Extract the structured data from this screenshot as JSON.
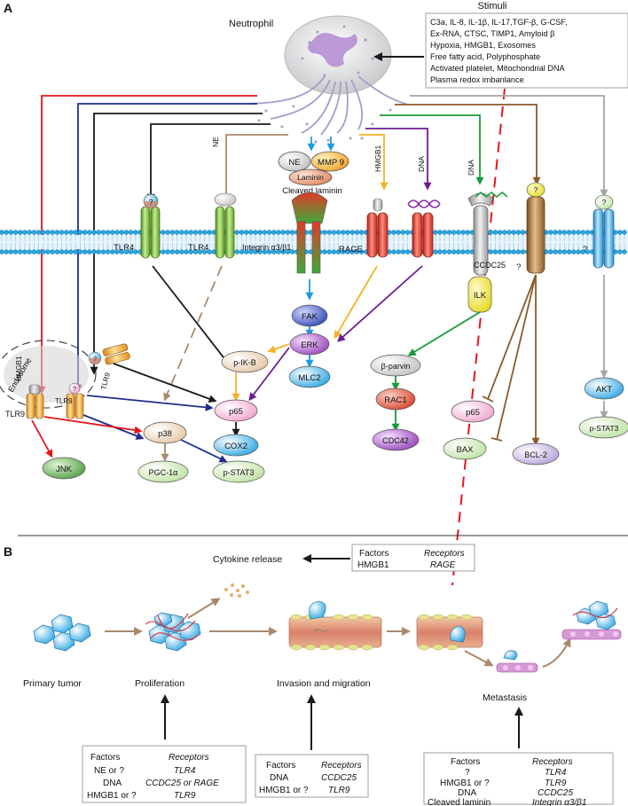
{
  "panel_a": {
    "label": "A",
    "neutrophil": "Neutrophil",
    "stimuli_title": "Stimuli",
    "stimuli_lines": [
      "C3a, IL-8, IL-1β, IL-17,TGF-β, G-CSF,",
      "Ex-RNA, CTSC, TIMP1, Amyloid β",
      "Hypoxia, HMGB1, Exosomes",
      "Free fatty acid, Polyphosphate",
      "Activated platelet, Mitochondrial DNA",
      "Plasma redox imbanlance"
    ],
    "factors": {
      "ne": "NE",
      "mmp9": "MMP 9",
      "laminin": "Laminin",
      "cleaved_laminin": "Cleaved laminin",
      "ne_top": "NE",
      "hmgb1_top": "HMGB1",
      "dna_top": "DNA",
      "dna_ccdc": "DNA",
      "hmgb1_endo": "HMGB1"
    },
    "receptors": {
      "tlr4_a": "TLR4",
      "tlr4_b": "TLR4",
      "integrin": "Integrin α3/β1",
      "rage": "RAGE",
      "ccdc25": "CCDC25",
      "ilk": "ILK",
      "endosome": "Endosome",
      "tlr9_a": "TLR9",
      "tlr9_b": "TLR9",
      "tlr9_c": "TLR9",
      "unknown": "?"
    },
    "nodes": {
      "fak": "FAK",
      "erk": "ERK",
      "mlc2": "MLC2",
      "pikb": "p-IK-B",
      "p65": "p65",
      "cox2": "COX2",
      "p38": "p38",
      "pgc1a": "PGC-1α",
      "pstat3": "p-STAT3",
      "jnk": "JNK",
      "bparvin": "β-parvin",
      "rac1": "RAC1",
      "cdc42": "CDC42",
      "p65_right": "p65",
      "bax": "BAX",
      "bcl2": "BCL-2",
      "akt": "AKT",
      "pstat3_right": "p-STAT3"
    }
  },
  "panel_b": {
    "label": "B",
    "cytokine_release": "Cytokine release",
    "stages": [
      "Primary tumor",
      "Proliferation",
      "Invasion and migration",
      "Metastasis"
    ],
    "box_top": {
      "header": [
        "Factors",
        "Receptors"
      ],
      "rows": [
        [
          "HMGB1",
          "RAGE"
        ]
      ]
    },
    "box_prolif": {
      "header": [
        "Factors",
        "Receptors"
      ],
      "rows": [
        [
          "NE or ?",
          "TLR4"
        ],
        [
          "DNA",
          "CCDC25 or RAGE"
        ],
        [
          "HMGB1 or ?",
          "TLR9"
        ]
      ]
    },
    "box_invasion": {
      "header": [
        "Factors",
        "Receptors"
      ],
      "rows": [
        [
          "DNA",
          "CCDC25"
        ],
        [
          "HMGB1 or ?",
          "TLR9"
        ]
      ]
    },
    "box_meta": {
      "header": [
        "Factors",
        "Receptors"
      ],
      "rows": [
        [
          "?",
          "TLR4"
        ],
        [
          "HMGB1 or ?",
          "TLR9"
        ],
        [
          "DNA",
          "CCDC25"
        ],
        [
          "Cleaved laminin",
          "Integrin α3/β1"
        ]
      ]
    }
  },
  "colors": {
    "red": "#e3161d",
    "navy": "#1f2e8c",
    "black": "#1a1a1a",
    "tan": "#a88a6e",
    "sky": "#1e9be0",
    "gold": "#f5b325",
    "purple": "#6b1f8f",
    "green": "#1a9a3a",
    "brown": "#8c5a2b",
    "gray": "#a6a6a6",
    "membrane": "#2aa4de"
  }
}
